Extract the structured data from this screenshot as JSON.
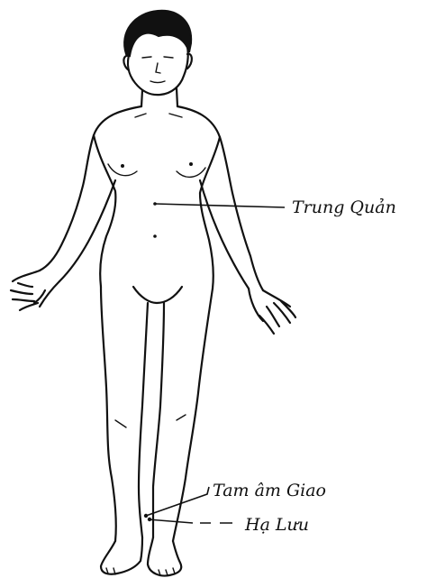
{
  "labels": {
    "trung_quan": "Trung Quản",
    "tam_am_giao": "Tam âm Giao",
    "ha_luu": "Hạ Lưu"
  },
  "colors": {
    "ink": "#111111",
    "paper": "#ffffff"
  }
}
